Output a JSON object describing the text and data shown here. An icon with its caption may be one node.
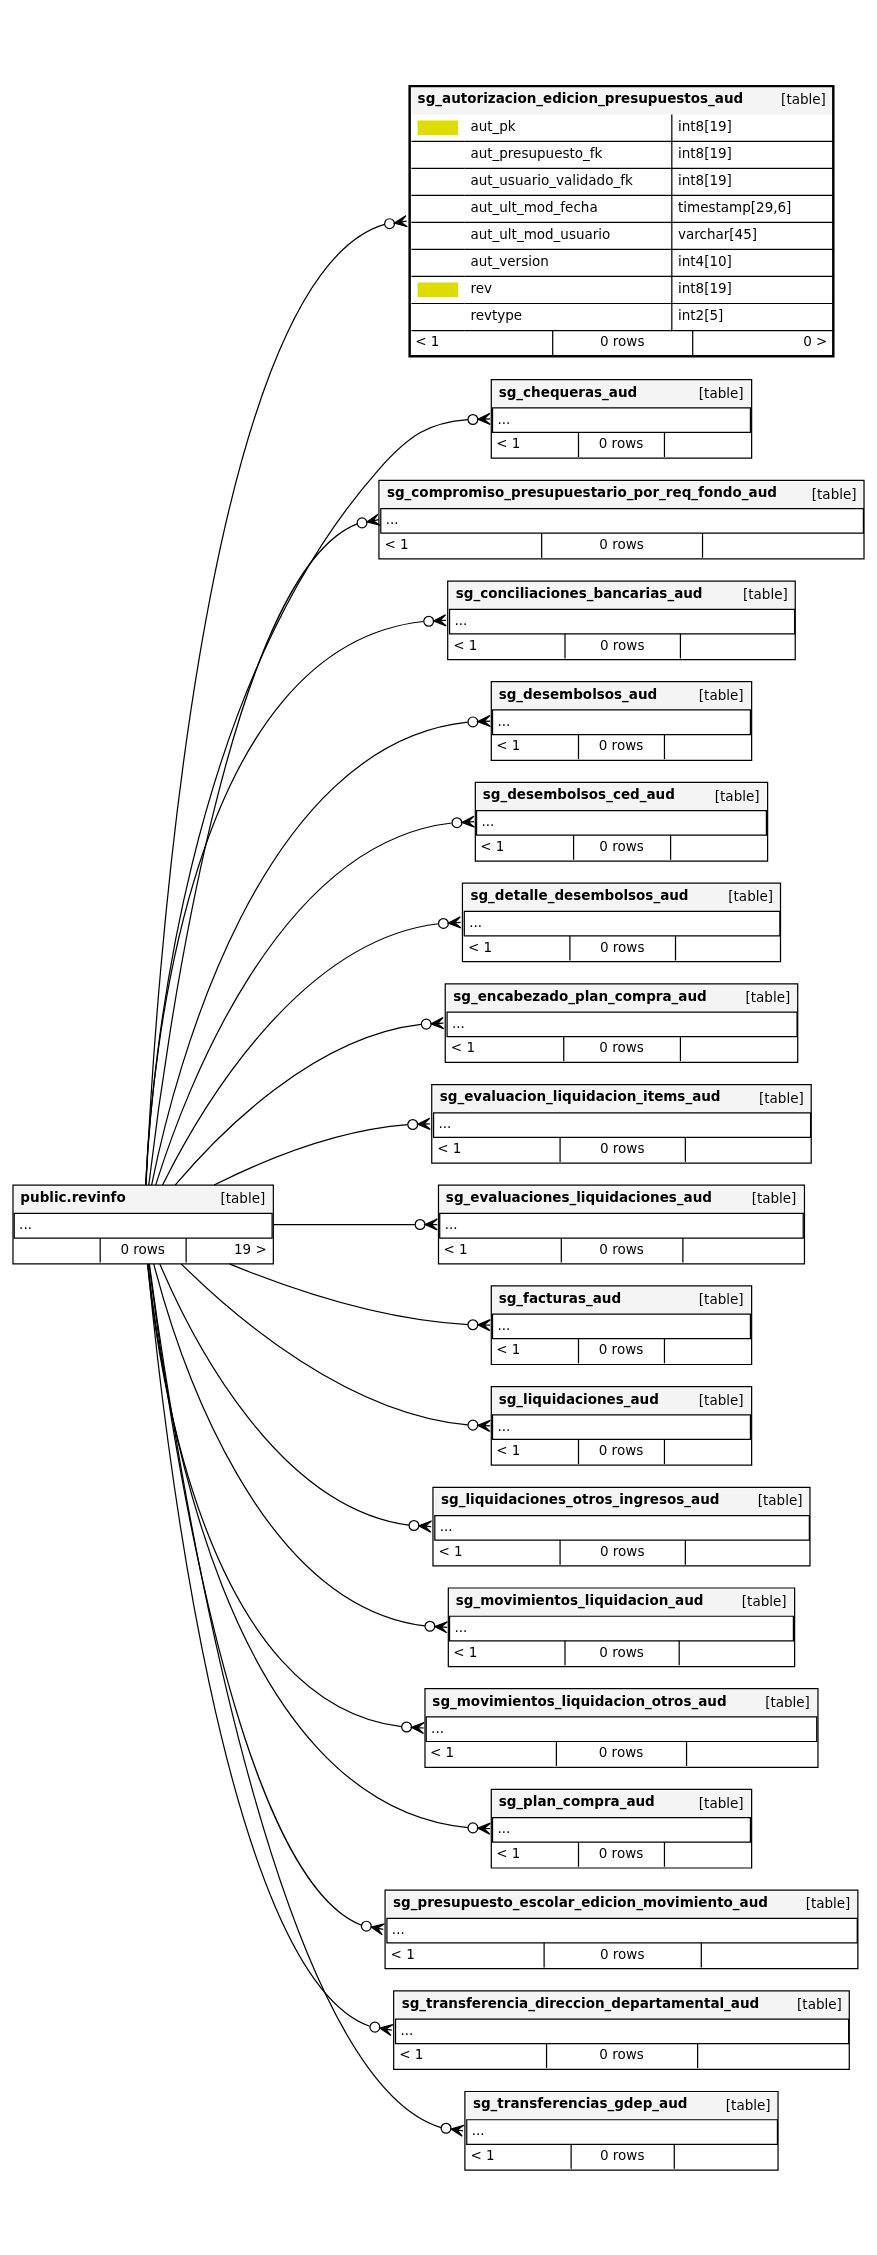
{
  "diagram": {
    "nodes": [
      {
        "text": [
          "sg_autorizacion_edicion_presupuestos_aud",
          "[table]",
          "aut_pk",
          "int8[19]",
          "aut_presupuesto_fk",
          "int8[19]",
          "aut_usuario_validado_fk",
          "int8[19]",
          "aut_ult_mod_fecha",
          "timestamp[29,6]",
          "aut_ult_mod_usuario",
          "varchar[45]",
          "aut_version",
          "int4[10]",
          "rev",
          "int8[19]",
          "revtype",
          "int2[5]",
          "< 1",
          "0 rows",
          "0 >"
        ]
      },
      {
        "text": [
          "sg_chequeras_aud",
          "[table]",
          "...",
          "< 1",
          "0 rows"
        ]
      },
      {
        "text": [
          "sg_compromiso_presupuestario_por_req_fondo_aud",
          "[table]",
          "...",
          "< 1",
          "0 rows"
        ]
      },
      {
        "text": [
          "sg_conciliaciones_bancarias_aud",
          "[table]",
          "...",
          "< 1",
          "0 rows"
        ]
      },
      {
        "text": [
          "sg_desembolsos_aud",
          "[table]",
          "...",
          "< 1",
          "0 rows"
        ]
      },
      {
        "text": [
          "sg_desembolsos_ced_aud",
          "[table]",
          "...",
          "< 1",
          "0 rows"
        ]
      },
      {
        "text": [
          "sg_detalle_desembolsos_aud",
          "[table]",
          "...",
          "< 1",
          "0 rows"
        ]
      },
      {
        "text": [
          "sg_encabezado_plan_compra_aud",
          "[table]",
          "...",
          "< 1",
          "0 rows"
        ]
      },
      {
        "text": [
          "sg_evaluacion_liquidacion_items_aud",
          "[table]",
          "...",
          "< 1",
          "0 rows"
        ]
      },
      {
        "text": [
          "public.revinfo",
          "[table]",
          "...",
          "0 rows",
          "19 >"
        ]
      },
      {
        "text": [
          "sg_evaluaciones_liquidaciones_aud",
          "[table]",
          "...",
          "< 1",
          "0 rows"
        ]
      },
      {
        "text": [
          "sg_facturas_aud",
          "[table]",
          "...",
          "< 1",
          "0 rows"
        ]
      },
      {
        "text": [
          "sg_liquidaciones_aud",
          "[table]",
          "...",
          "< 1",
          "0 rows"
        ]
      },
      {
        "text": [
          "sg_liquidaciones_otros_ingresos_aud",
          "[table]",
          "...",
          "< 1",
          "0 rows"
        ]
      },
      {
        "text": [
          "sg_movimientos_liquidacion_aud",
          "[table]",
          "...",
          "< 1",
          "0 rows"
        ]
      },
      {
        "text": [
          "sg_movimientos_liquidacion_otros_aud",
          "[table]",
          "...",
          "< 1",
          "0 rows"
        ]
      },
      {
        "text": [
          "sg_plan_compra_aud",
          "[table]",
          "...",
          "< 1",
          "0 rows"
        ]
      },
      {
        "text": [
          "sg_presupuesto_escolar_edicion_movimiento_aud",
          "[table]",
          "...",
          "< 1",
          "0 rows"
        ]
      },
      {
        "text": [
          "sg_transferencia_direccion_departamental_aud",
          "[table]",
          "...",
          "< 1",
          "0 rows"
        ]
      },
      {
        "text": [
          "sg_transferencias_gdep_aud",
          "[table]",
          "...",
          "< 1",
          "0 rows"
        ]
      }
    ],
    "edges": [
      {
        "from": 9,
        "to": 0,
        "arrow": "other"
      },
      {
        "from": 9,
        "to": 1,
        "arrow": "other"
      },
      {
        "from": 9,
        "to": 2,
        "arrow": "other"
      },
      {
        "from": 9,
        "to": 3,
        "arrow": "other"
      },
      {
        "from": 9,
        "to": 4,
        "arrow": "other"
      },
      {
        "from": 9,
        "to": 5,
        "arrow": "other"
      },
      {
        "from": 9,
        "to": 6,
        "arrow": "other"
      },
      {
        "from": 9,
        "to": 7,
        "arrow": "other"
      },
      {
        "from": 9,
        "to": 8,
        "arrow": "other"
      },
      {
        "from": 9,
        "to": 10,
        "arrow": "other"
      },
      {
        "from": 9,
        "to": 11,
        "arrow": "other"
      },
      {
        "from": 9,
        "to": 12,
        "arrow": "other"
      },
      {
        "from": 9,
        "to": 13,
        "arrow": "other"
      },
      {
        "from": 9,
        "to": 14,
        "arrow": "other"
      },
      {
        "from": 9,
        "to": 15,
        "arrow": "other"
      },
      {
        "from": 9,
        "to": 16,
        "arrow": "other"
      },
      {
        "from": 9,
        "to": 17,
        "arrow": "other"
      },
      {
        "from": 9,
        "to": 18,
        "arrow": "other"
      },
      {
        "from": 9,
        "to": 19,
        "arrow": "other"
      }
    ]
  }
}
